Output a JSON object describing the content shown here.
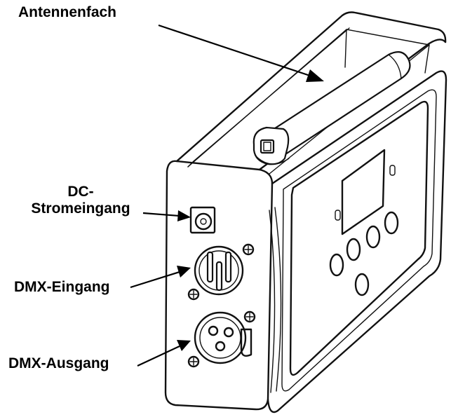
{
  "labels": {
    "antenna_compartment": "Antennenfach",
    "dc_input_line1": "DC-",
    "dc_input_line2": "Stromeingang",
    "dmx_in": "DMX-Eingang",
    "dmx_out": "DMX-Ausgang"
  },
  "colors": {
    "line": "#111111",
    "background": "#ffffff",
    "text": "#000000"
  }
}
